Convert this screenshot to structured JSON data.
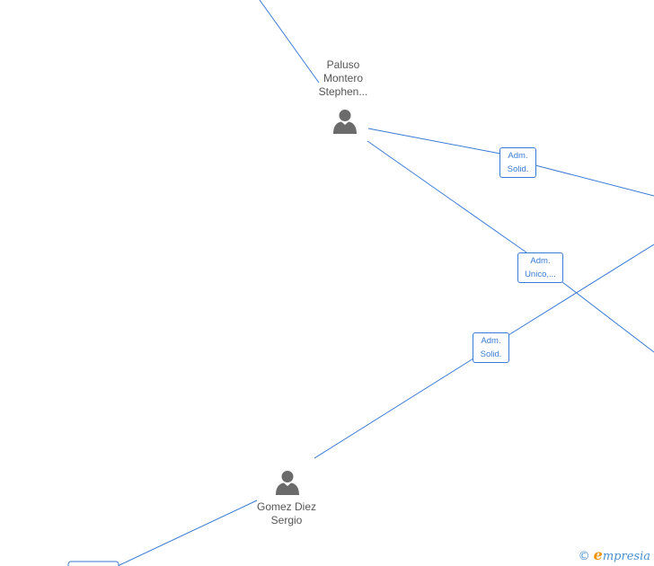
{
  "diagram": {
    "line_color": "#3a7bd5",
    "icon_color": "#6b6b6b",
    "nodes": [
      {
        "id": "paluso",
        "label_lines": [
          "Paluso",
          "Montero",
          "Stephen..."
        ]
      },
      {
        "id": "gomez",
        "label_lines": [
          "Gomez Diez",
          "Sergio"
        ]
      }
    ],
    "edge_labels": [
      {
        "id": "adm-solid-1",
        "lines": [
          "Adm.",
          "Solid."
        ]
      },
      {
        "id": "adm-unico",
        "lines": [
          "Adm.",
          "Unico,..."
        ]
      },
      {
        "id": "adm-solid-2",
        "lines": [
          "Adm.",
          "Solid."
        ]
      }
    ]
  },
  "watermark": {
    "copyright_symbol": "©",
    "brand_initial": "e",
    "brand_rest": "mpresia"
  }
}
